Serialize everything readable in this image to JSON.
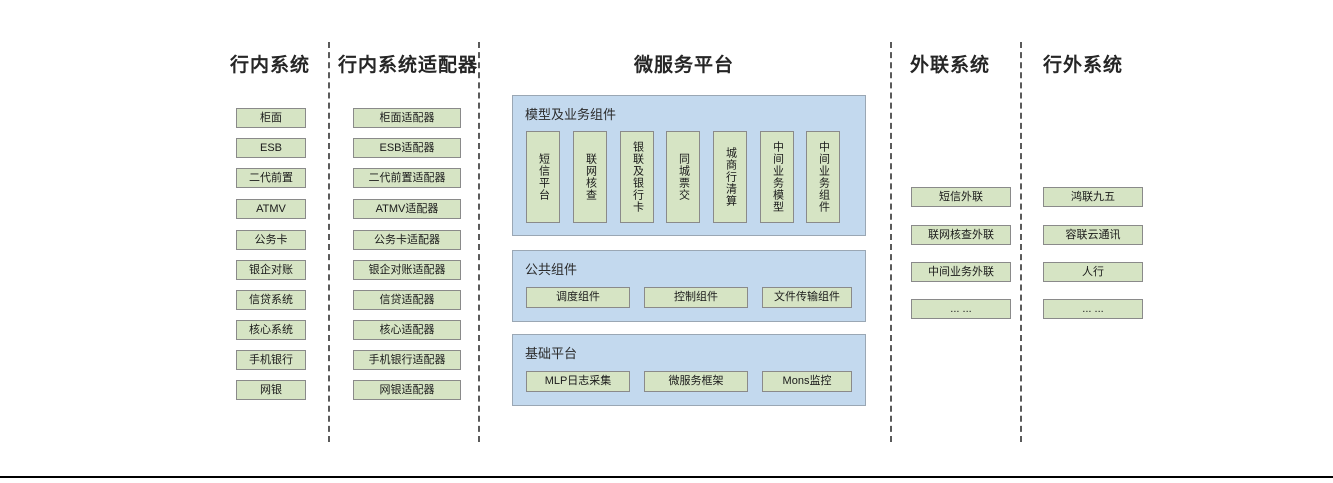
{
  "diagram": {
    "columns": [
      {
        "id": "in-bank-systems",
        "title": "行内系统",
        "items": [
          "柜面",
          "ESB",
          "二代前置",
          "ATMV",
          "公务卡",
          "银企对账",
          "信贷系统",
          "核心系统",
          "手机银行",
          "网银"
        ]
      },
      {
        "id": "in-bank-adapters",
        "title": "行内系统适配器",
        "items": [
          "柜面适配器",
          "ESB适配器",
          "二代前置适配器",
          "ATMV适配器",
          "公务卡适配器",
          "银企对账适配器",
          "信贷适配器",
          "核心适配器",
          "手机银行适配器",
          "网银适配器"
        ]
      },
      {
        "id": "microservice-platform",
        "title": "微服务平台"
      },
      {
        "id": "external-link-systems",
        "title": "外联系统",
        "items": [
          "短信外联",
          "联网核查外联",
          "中间业务外联",
          "... ..."
        ]
      },
      {
        "id": "out-of-bank-systems",
        "title": "行外系统",
        "items": [
          "鸿联九五",
          "容联云通讯",
          "人行",
          "... ..."
        ]
      }
    ],
    "platform_groups": [
      {
        "id": "model-business-components",
        "title": "模型及业务组件",
        "orientation": "vertical",
        "items": [
          "短信平台",
          "联网核查",
          "银联及银行卡",
          "同城票交",
          "城商行清算",
          "中间业务模型",
          "中间业务组件"
        ]
      },
      {
        "id": "public-components",
        "title": "公共组件",
        "orientation": "horizontal",
        "items": [
          "调度组件",
          "控制组件",
          "文件传输组件"
        ]
      },
      {
        "id": "base-platform",
        "title": "基础平台",
        "orientation": "horizontal",
        "items": [
          "MLP日志采集",
          "微服务框架",
          "Mons监控"
        ]
      }
    ],
    "colors": {
      "node_fill": "#d6e4c4",
      "node_border": "#8a8a8a",
      "panel_fill": "#c3d9ee",
      "panel_border": "#9aa7b4",
      "divider": "#5a5a5a",
      "text": "#1a1a1a"
    }
  }
}
